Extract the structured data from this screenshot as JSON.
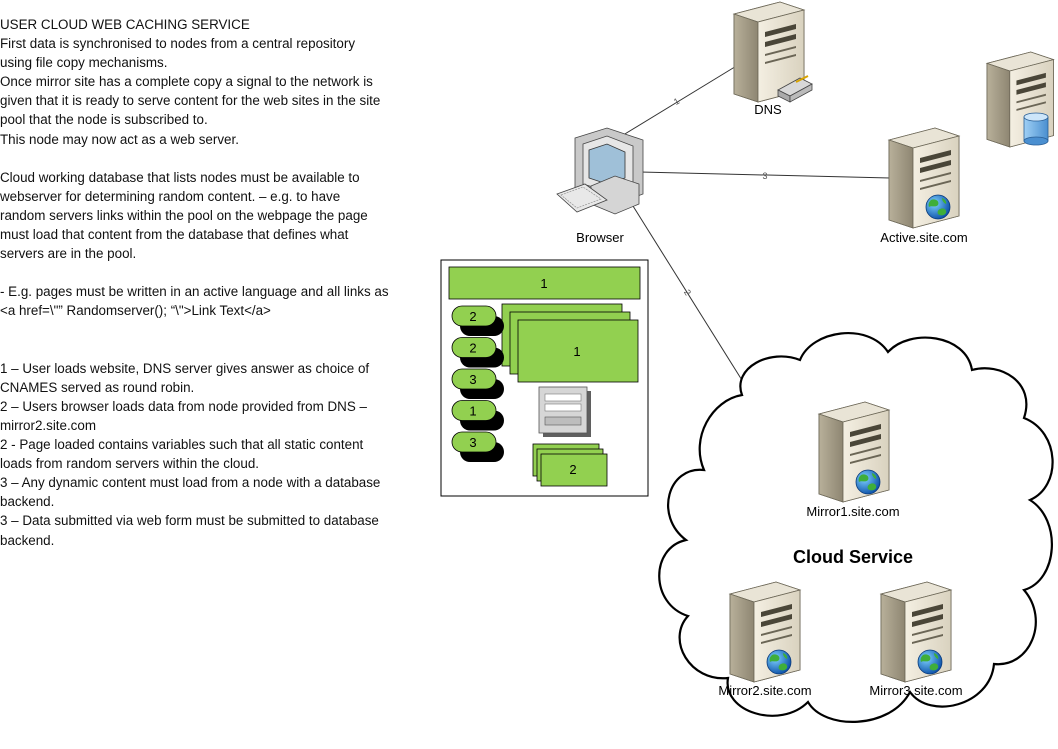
{
  "description_lines": [
    "USER CLOUD WEB CACHING SERVICE",
    "First data is synchronised to nodes from a central repository",
    "using file copy mechanisms.",
    "Once mirror site has a complete copy a signal to the network is",
    "given that it is ready to serve content for the web sites in the site",
    "pool that the node is subscribed to.",
    "This node may now act as a web server.",
    "",
    "Cloud working database that lists nodes must be available to",
    "webserver for determining random content. – e.g. to have",
    "random servers links within the pool on the webpage the page",
    "must load that content from the database that defines what",
    "servers are in the pool.",
    "",
    " - E.g. pages must be written in an active language and all links as",
    "<a href=\\\"” Randomserver(); “\\\">Link Text</a>",
    "",
    "",
    "1 – User loads website, DNS server gives answer as choice of",
    "CNAMES served as round robin.",
    "2 – Users browser loads data from node provided from DNS –",
    "mirror2.site.com",
    "2 - Page loaded contains variables such that all static content",
    "loads from random servers within the cloud.",
    "3 – Any dynamic content must load from a node with a database",
    "backend.",
    "3 – Data submitted via web form must be submitted to database",
    "backend."
  ],
  "nodes": {
    "dns": "DNS",
    "browser": "Browser",
    "active": "Active.site.com",
    "mirror1": "Mirror1.site.com",
    "mirror2": "Mirror2.site.com",
    "mirror3": "Mirror3.site.com",
    "cloud_title": "Cloud Service"
  },
  "connections": {
    "browser_dns": "1",
    "browser_active": "3",
    "browser_cloud": "2"
  },
  "page_mockup": {
    "header_block": "1",
    "side_items": [
      "2",
      "2",
      "3",
      "1",
      "3"
    ],
    "main_block": "1",
    "bottom_block": "2"
  },
  "colors": {
    "block_green": "#92d050",
    "line": "#333333"
  },
  "icons": {
    "server": "server-tower-icon",
    "globe": "globe-icon",
    "database": "database-icon",
    "modem": "modem-icon",
    "computer": "desktop-computer-icon",
    "form": "form-icon"
  }
}
